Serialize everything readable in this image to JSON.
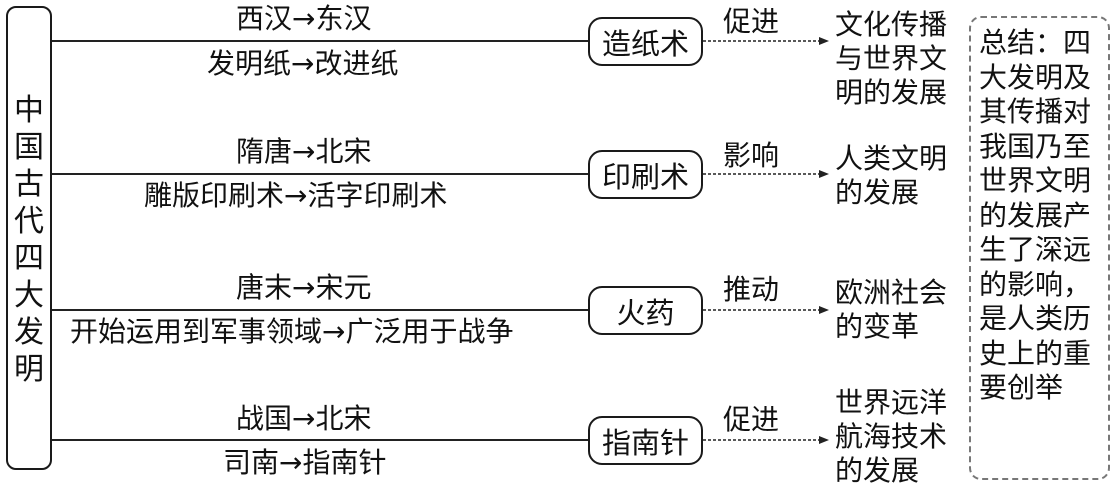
{
  "root": {
    "title": "中国古代四大发明"
  },
  "inventions": [
    {
      "name": "造纸术",
      "top_label": "西汉→东汉",
      "bottom_label": "发明纸→改进纸",
      "relation": "促进",
      "outcome": "文化传播与世界文明的发展"
    },
    {
      "name": "印刷术",
      "top_label": "隋唐→北宋",
      "bottom_label": "雕版印刷术→活字印刷术",
      "relation": "影响",
      "outcome": "人类文明的发展"
    },
    {
      "name": "火药",
      "top_label": "唐末→宋元",
      "bottom_label": "开始运用到军事领域→广泛用于战争",
      "relation": "推动",
      "outcome": "欧洲社会的变革"
    },
    {
      "name": "指南针",
      "top_label": "战国→北宋",
      "bottom_label": "司南→指南针",
      "relation": "促进",
      "outcome": "世界远洋航海技术的发展"
    }
  ],
  "summary": {
    "text": "总结：四大发明及其传播对我国乃至世界文明的发展产生了深远的影响，是人类历史上的重要创举"
  }
}
